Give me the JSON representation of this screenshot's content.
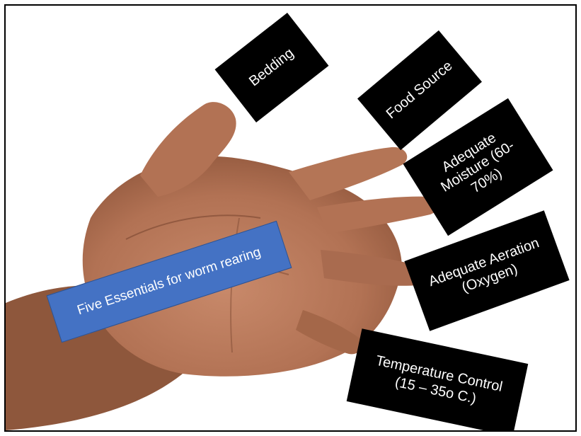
{
  "diagram": {
    "center_label": "Five Essentials for worm rearing",
    "items": {
      "bedding": "Bedding",
      "food": "Food Source",
      "moisture": "Adequate Moisture (60-70%)",
      "aeration": "Adequate Aeration (Oxygen)",
      "temperature": "Temperature Control (15 – 35o C.)"
    },
    "colors": {
      "card_bg": "#000000",
      "card_text": "#ffffff",
      "center_bg": "#4472c4",
      "skin": "#b27254"
    }
  }
}
